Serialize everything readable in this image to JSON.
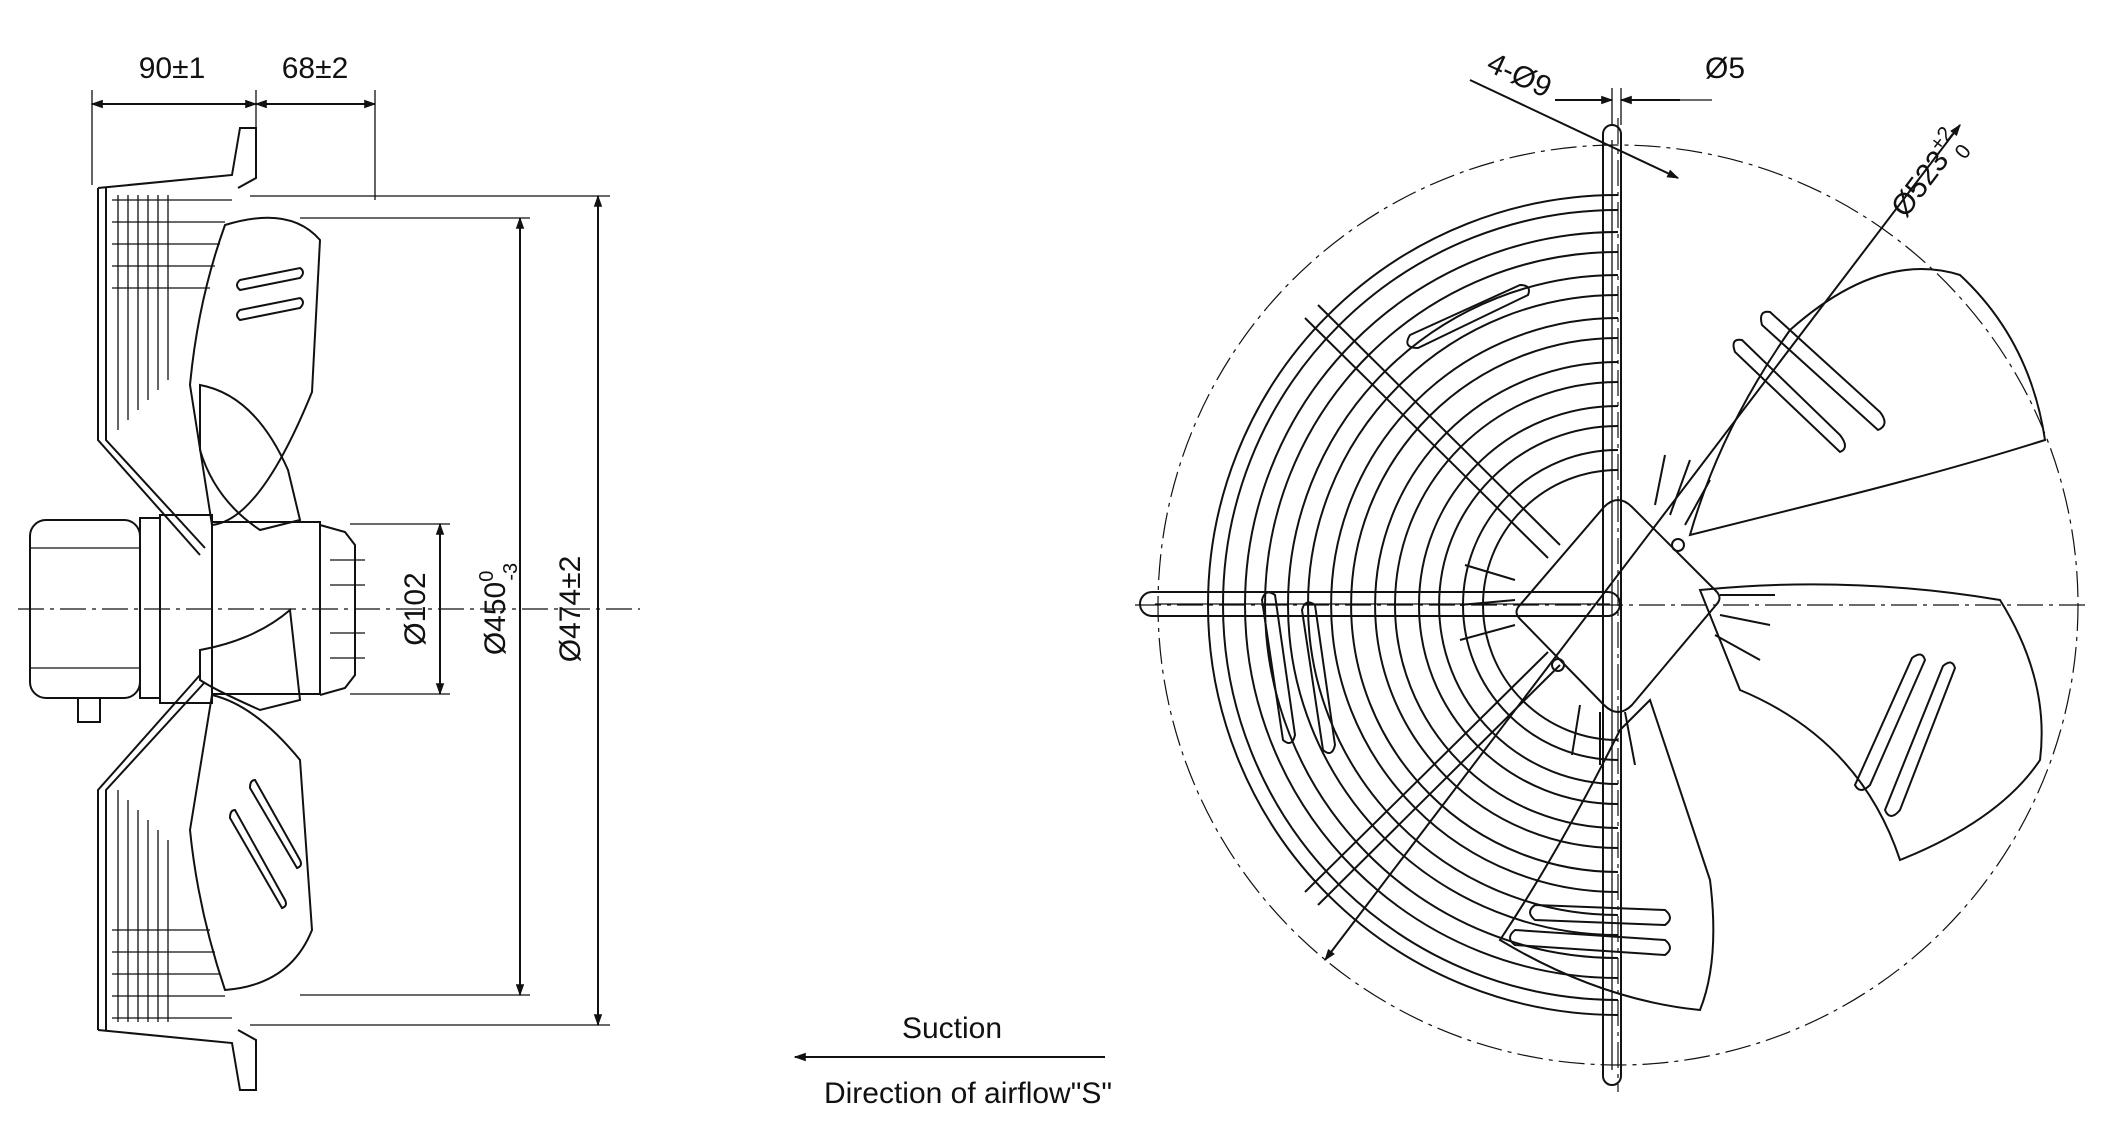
{
  "side_view": {
    "dim_depth_front": "90±1",
    "dim_depth_back": "68±2",
    "dim_hub_dia": "Ø102",
    "dim_blade_dia_main": "Ø450",
    "dim_blade_dia_tol_upper": "0",
    "dim_blade_dia_tol_lower": "-3",
    "dim_guard_dia": "Ø474±2"
  },
  "airflow": {
    "suction_label": "Suction",
    "direction_label": "Direction of airflow\"S\""
  },
  "front_view": {
    "dim_holes": "4-Ø9",
    "dim_rod": "Ø5",
    "dim_mount_dia_main": "Ø523",
    "dim_mount_dia_tol_upper": "+2",
    "dim_mount_dia_tol_lower": "0"
  }
}
